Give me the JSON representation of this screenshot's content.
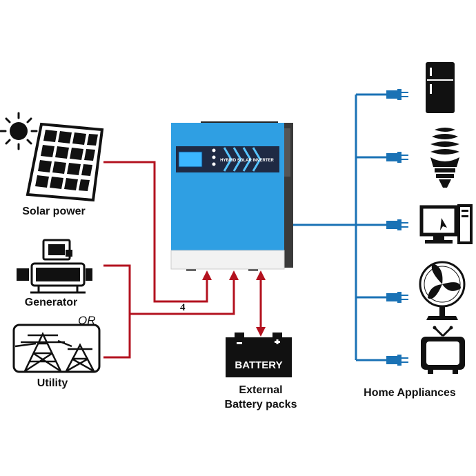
{
  "labels": {
    "solar": "Solar power",
    "generator": "Generator",
    "or": "OR",
    "utility": "Utility",
    "wire_count": "4",
    "battery_line1": "External",
    "battery_line2": "Battery packs",
    "appliances": "Home Appliances"
  },
  "battery_text": "BATTERY",
  "inverter_band_text": "HYBRID SOLAR INVERTER",
  "colors": {
    "ac_input_wire": "#b3121f",
    "output_wire": "#1a72b5",
    "inverter_body": "#2f9fe3",
    "inverter_bottom": "#f2f2f2",
    "icon": "#111111"
  },
  "icons": [
    "sun-icon",
    "solar-panel-icon",
    "generator-icon",
    "transmission-tower-icon",
    "battery-icon",
    "refrigerator-icon",
    "light-bulb-icon",
    "computer-icon",
    "fan-icon",
    "tv-icon",
    "plug-icon"
  ]
}
